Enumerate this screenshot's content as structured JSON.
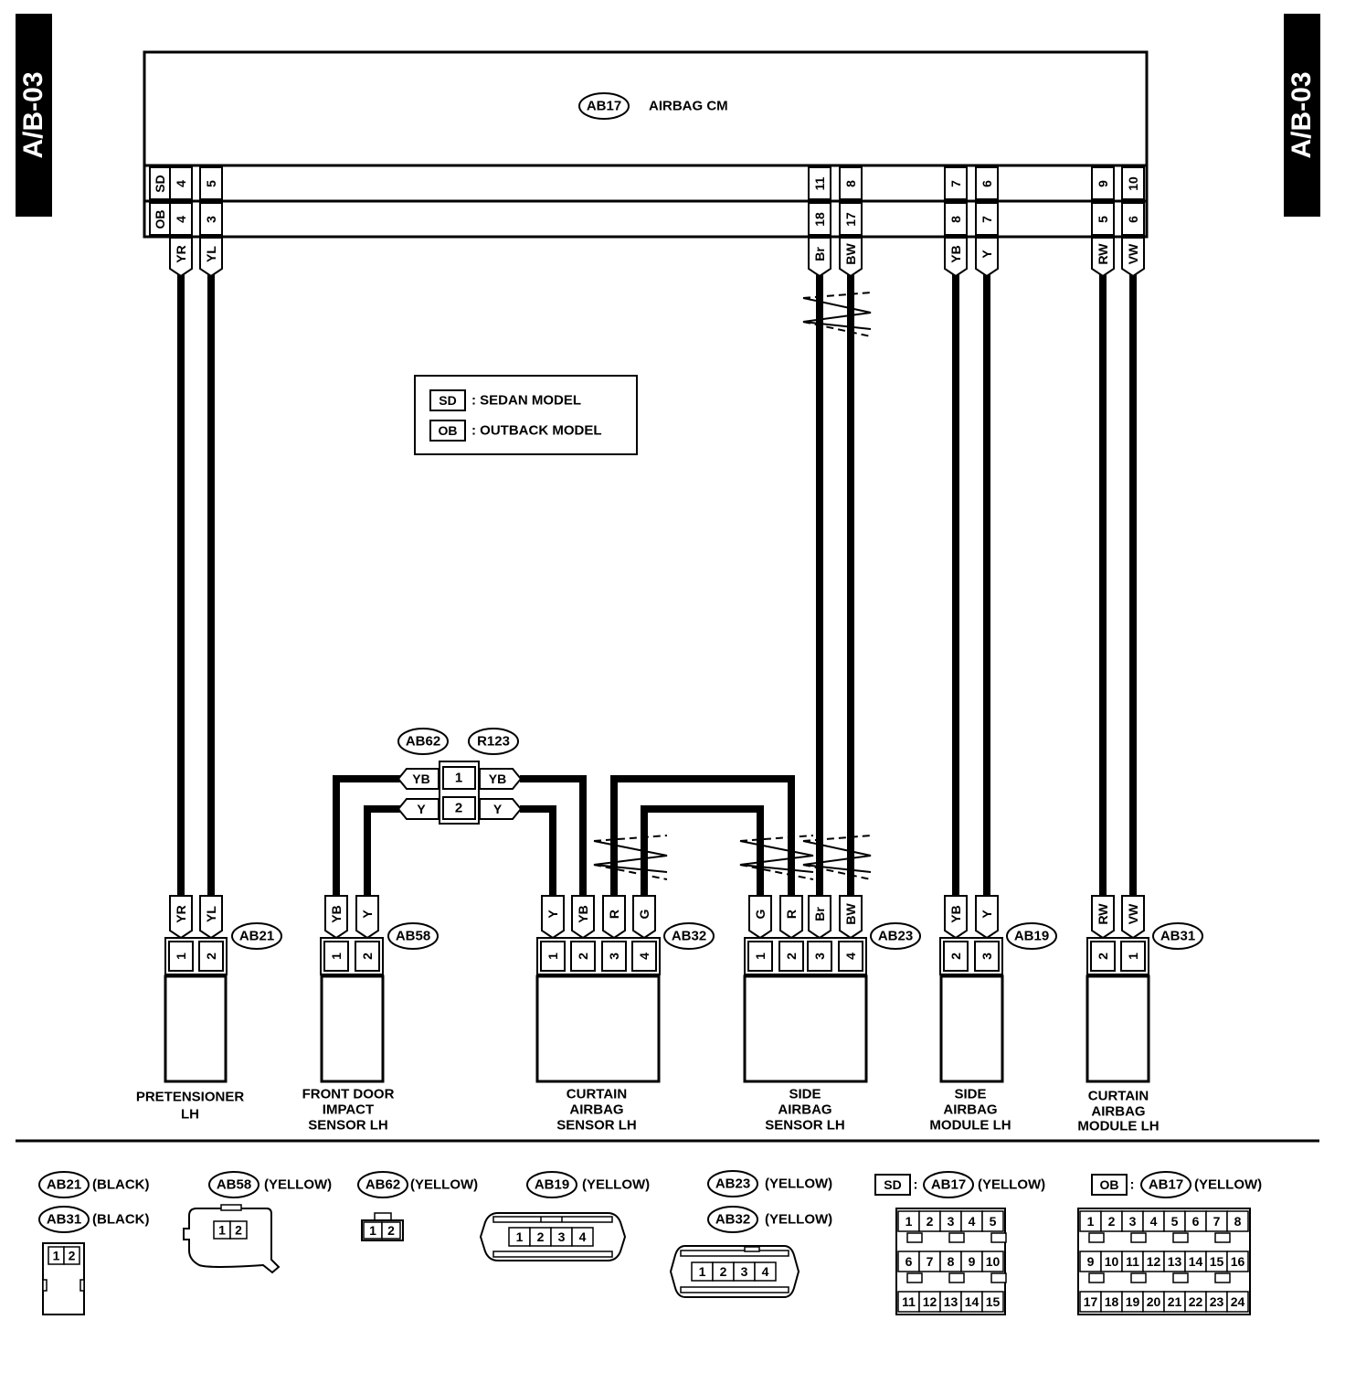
{
  "page_tag": "A/B-03",
  "cm": {
    "connector": "AB17",
    "name": "AIRBAG CM"
  },
  "cm_pins": [
    {
      "sd": "SD",
      "ob": "OB"
    },
    {
      "sd": "4",
      "ob": "4"
    },
    {
      "sd": "5",
      "ob": "3"
    },
    {
      "sd": "11",
      "ob": "18"
    },
    {
      "sd": "8",
      "ob": "17"
    },
    {
      "sd": "7",
      "ob": "8"
    },
    {
      "sd": "6",
      "ob": "7"
    },
    {
      "sd": "9",
      "ob": "5"
    },
    {
      "sd": "10",
      "ob": "6"
    }
  ],
  "top_wires": [
    "YR",
    "YL",
    "Br",
    "BW",
    "YB",
    "Y",
    "RW",
    "VW"
  ],
  "legend": [
    {
      "code": "SD",
      "text": ": SEDAN MODEL"
    },
    {
      "code": "OB",
      "text": ": OUTBACK MODEL"
    }
  ],
  "joint": {
    "left_connector": "AB62",
    "right_connector": "R123",
    "pins": [
      "1",
      "2"
    ],
    "left_wires": [
      "YB",
      "Y"
    ],
    "right_wires": [
      "YB",
      "Y"
    ]
  },
  "components": [
    {
      "connector": "AB21",
      "wires": [
        "YR",
        "YL"
      ],
      "pins": [
        "1",
        "2"
      ],
      "label": [
        "PRETENSIONER",
        "LH"
      ]
    },
    {
      "connector": "AB58",
      "wires": [
        "YB",
        "Y"
      ],
      "pins": [
        "1",
        "2"
      ],
      "label": [
        "FRONT DOOR",
        "IMPACT",
        "SENSOR LH"
      ]
    },
    {
      "connector": "AB32",
      "wires": [
        "Y",
        "YB",
        "R",
        "G"
      ],
      "pins": [
        "1",
        "2",
        "3",
        "4"
      ],
      "label": [
        "CURTAIN",
        "AIRBAG",
        "SENSOR LH"
      ]
    },
    {
      "connector": "AB23",
      "wires": [
        "G",
        "R",
        "Br",
        "BW"
      ],
      "pins": [
        "1",
        "2",
        "3",
        "4"
      ],
      "label": [
        "SIDE",
        "AIRBAG",
        "SENSOR LH"
      ]
    },
    {
      "connector": "AB19",
      "wires": [
        "YB",
        "Y"
      ],
      "pins": [
        "2",
        "3"
      ],
      "label": [
        "SIDE",
        "AIRBAG",
        "MODULE LH"
      ]
    },
    {
      "connector": "AB31",
      "wires": [
        "RW",
        "VW"
      ],
      "pins": [
        "2",
        "1"
      ],
      "label": [
        "CURTAIN",
        "AIRBAG",
        "MODULE LH"
      ]
    }
  ],
  "connector_views": [
    {
      "ids": [
        "AB21",
        "AB31"
      ],
      "colors": [
        "(BLACK)",
        "(BLACK)"
      ],
      "pins": [
        "1",
        "2"
      ]
    },
    {
      "ids": [
        "AB58"
      ],
      "colors": [
        "(YELLOW)"
      ],
      "pins": [
        "1",
        "2"
      ]
    },
    {
      "ids": [
        "AB62"
      ],
      "colors": [
        "(YELLOW)"
      ],
      "pins": [
        "1",
        "2"
      ]
    },
    {
      "ids": [
        "AB19"
      ],
      "colors": [
        "(YELLOW)"
      ],
      "pins": [
        "1",
        "2",
        "3",
        "4"
      ]
    },
    {
      "ids": [
        "AB23",
        "AB32"
      ],
      "colors": [
        "(YELLOW)",
        "(YELLOW)"
      ],
      "pins": [
        "1",
        "2",
        "3",
        "4"
      ]
    },
    {
      "ids": [
        "AB17"
      ],
      "model": "SD",
      "sep": ":",
      "colors": [
        "(YELLOW)"
      ],
      "pins": [
        "1",
        "2",
        "3",
        "4",
        "5",
        "6",
        "7",
        "8",
        "9",
        "10",
        "11",
        "12",
        "13",
        "14",
        "15"
      ]
    },
    {
      "ids": [
        "AB17"
      ],
      "model": "OB",
      "sep": ":",
      "colors": [
        "(YELLOW)"
      ],
      "pins": [
        "1",
        "2",
        "3",
        "4",
        "5",
        "6",
        "7",
        "8",
        "9",
        "10",
        "11",
        "12",
        "13",
        "14",
        "15",
        "16",
        "17",
        "18",
        "19",
        "20",
        "21",
        "22",
        "23",
        "24"
      ]
    }
  ]
}
